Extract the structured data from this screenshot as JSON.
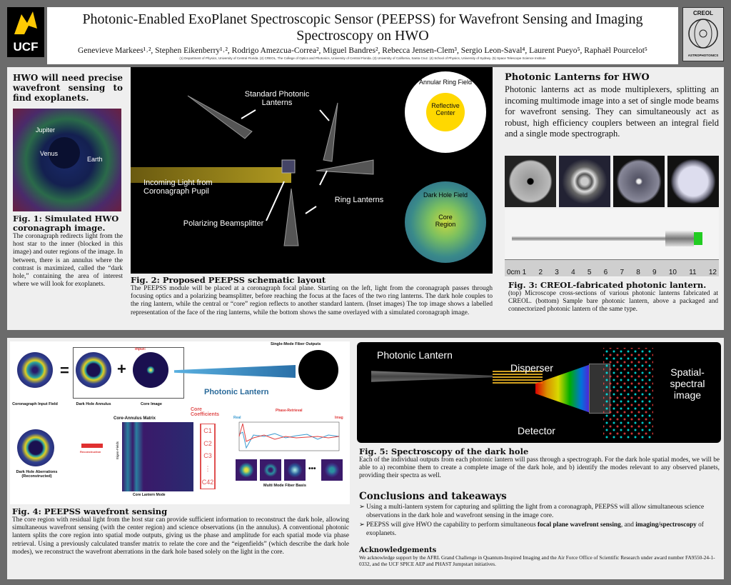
{
  "header": {
    "logo_left": "UCF",
    "logo_right_top": "CREOL",
    "logo_right_bottom": "ASTROPHOTONICS",
    "title": "Photonic-Enabled ExoPlanet Spectroscopic Sensor (PEEPSS) for Wavefront Sensing and Imaging Spectroscopy on HWO",
    "authors": "Genevieve Markees¹˒², Stephen Eikenberry¹˒², Rodrigo Amezcua-Correa², Miguel Bandres², Rebecca Jensen-Clem³, Sergio Leon-Saval⁴, Laurent Pueyo⁵, Raphaël Pourcelot⁵",
    "affiliations": "(1) Department of Physics, University of Central Florida. (2) CREOL, The College of Optics and Photonics, University of Central Florida. (3) University of California, Santa Cruz. (4) School of Physics, University of Sydney. (5) Space Telescope Science Institute"
  },
  "intro": {
    "heading": "HWO will need precise wavefront sensing to find exoplanets.",
    "planet_labels": [
      "Jupiter",
      "Venus",
      "Earth"
    ],
    "fig1_title": "Fig. 1: Simulated HWO coronagraph image.",
    "fig1_text": "The coronagraph redirects light from the host star to the inner (blocked in this image) and outer regions of the image. In between, there is an annulus where the contrast is maximized, called the “dark hole,” containing the area of interest where we will look for exoplanets."
  },
  "fig2": {
    "labels": {
      "standard": "Standard Photonic Lanterns",
      "incoming": "Incoming Light from Coronagraph Pupil",
      "pbs": "Polarizing Beamsplitter",
      "ring": "Ring Lanterns",
      "annular": "Annular Ring Field",
      "reflective": "Reflective Center",
      "darkhole": "Dark Hole Field",
      "core": "Core Region"
    },
    "title": "Fig. 2: Proposed PEEPSS schematic layout",
    "text": "The PEEPSS module will be placed at a coronagraph focal plane. Starting on the left, light from the coronagraph passes through focusing optics and a polarizing beamsplitter, before reaching the focus at the faces of the two ring lanterns. The dark hole couples to the ring lantern, while the central or “core” region reflects to another standard lantern. (Inset images) The top image shows a labelled representation of the face of the ring lanterns, while the bottom shows the same overlayed with a simulated coronagraph image."
  },
  "lanterns": {
    "heading": "Photonic Lanterns for HWO",
    "text": "Photonic lanterns act as mode multiplexers, splitting an incoming multimode image into a set of single mode beams for wavefront sensing. They can simultaneously act as robust, high efficiency couplers between an integral field and a single mode spectrograph.",
    "ruler": [
      "0cm 1",
      "2",
      "3",
      "4",
      "5",
      "6",
      "7",
      "8",
      "9",
      "10",
      "11",
      "12"
    ],
    "fig3_title": "Fig. 3: CREOL-fabricated photonic lantern.",
    "fig3_text": "(top) Microscope cross-sections of various photonic lanterns fabricated at CREOL. (bottom) Sample bare photonic lantern, above a packaged and connectorized photonic lantern of the same type."
  },
  "fig4": {
    "labels": {
      "input_field": "Coronagraph Input Field",
      "annulus": "Dark Hole Annulus",
      "core_image": "Core Image",
      "input": "Input:",
      "smf": "Single-Mode Fiber Outputs",
      "pl": "Photonic Lantern",
      "phase": "Phase-Retrieval",
      "real": "Real",
      "imag": "Imag",
      "matrix": "Core-Annulus Matrix",
      "coeffs": "Core Coefficients",
      "ylab": "Eigen-Fields",
      "xlab": "Core Lantern Mode",
      "recon": "Reconstruction",
      "dh": "Dark Hole Aberrations (Reconstructed)",
      "basis": "Multi Mode Fiber Basis",
      "c": [
        "C1",
        "C2",
        "C3",
        "C42"
      ]
    },
    "title": "Fig. 4: PEEPSS wavefront sensing",
    "text": "The core region with residual light from the host star can provide sufficient information to reconstruct the dark hole, allowing simultaneous wavefront sensing (with the center region) and science observations (in the annulus). A conventional photonic lantern splits the core region into spatial mode outputs, giving us the phase and amplitude for each spatial mode via phase retrieval. Using a previously calculated transfer matrix to relate the core and the “eigenfields” (which describe the dark hole modes), we reconstruct the wavefront aberrations in the dark hole based solely on the light in the core."
  },
  "fig5": {
    "labels": {
      "pl": "Photonic Lantern",
      "disperser": "Disperser",
      "detector": "Detector",
      "ssi": "Spatial-spectral image"
    },
    "title": "Fig. 5: Spectroscopy of the dark hole",
    "text": "Each of the individual outputs from each photonic lantern will pass through a spectrograph. For the dark hole spatial modes, we will be able to a) recombine them to create a complete image of the dark hole, and b) identify the modes relevant to any observed planets, providing their spectra as well."
  },
  "conclusions": {
    "heading": "Conclusions and takeaways",
    "items": [
      {
        "text": "Using a multi-lantern system for capturing and splitting the light from a coronagraph, PEEPSS will allow simultaneous science observations in the dark hole and wavefront sensing in the image core."
      },
      {
        "pre": "PEEPSS will give HWO the capability to perform simultaneous ",
        "b1": "focal plane wavefront sensing",
        "mid": ", and ",
        "b2": "imaging/spectroscopy",
        "post": " of exoplanets."
      }
    ]
  },
  "ack": {
    "heading": "Acknowledgements",
    "text": "We acknowledge support by the AFRL Grand Challenge in Quantum-Inspired Imaging and the Air Force Office of Scientific Research under award number FA9550-24-1-0332, and the UCF SPICE AEP and PHAST Jumpstart initiatives."
  }
}
